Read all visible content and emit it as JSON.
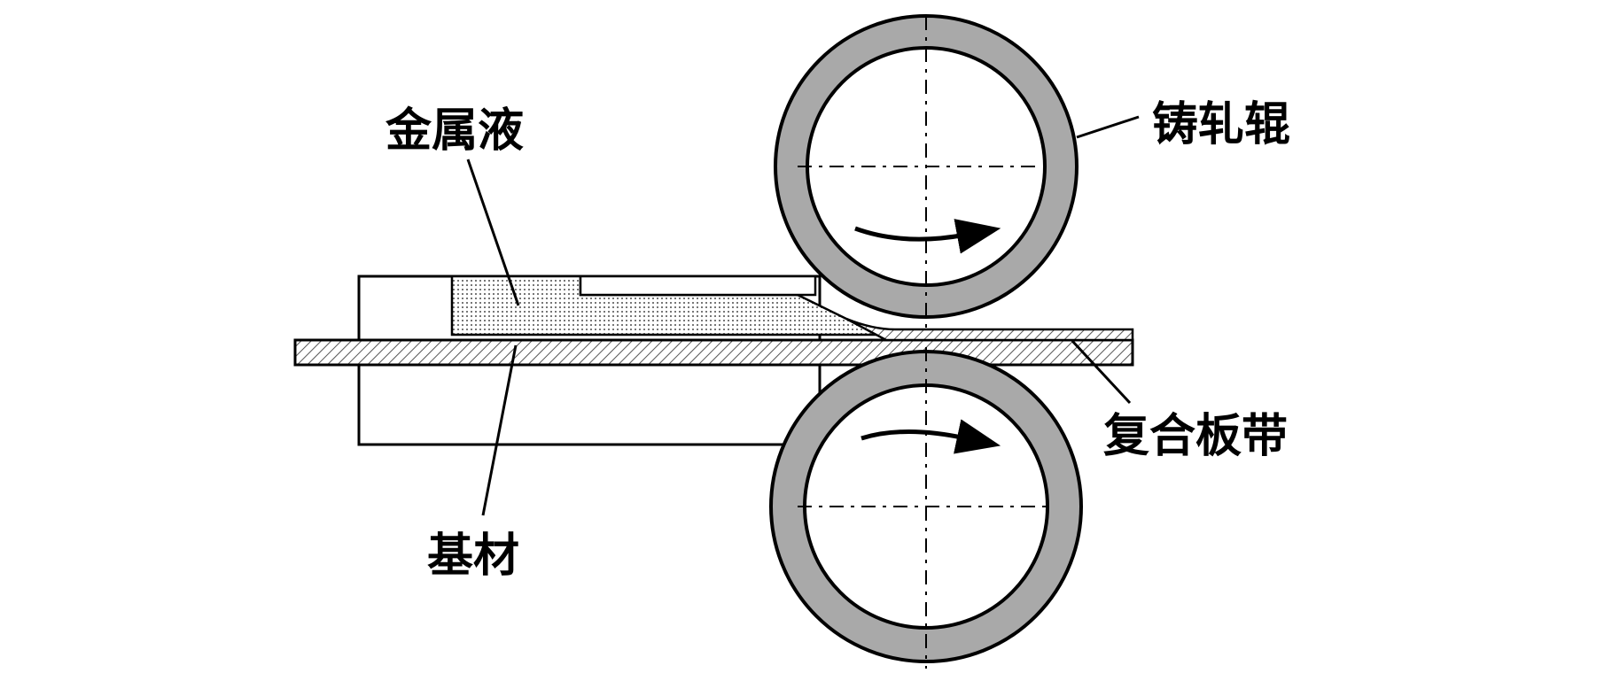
{
  "labels": {
    "metal_liquid": "金属液",
    "casting_roll": "铸轧辊",
    "substrate": "基材",
    "clad_strip": "复合板带"
  },
  "colors": {
    "roll_shell": "#a9a9a9",
    "stroke": "#000000",
    "background": "#ffffff",
    "hatch": "#555555",
    "dots": "#777777"
  }
}
